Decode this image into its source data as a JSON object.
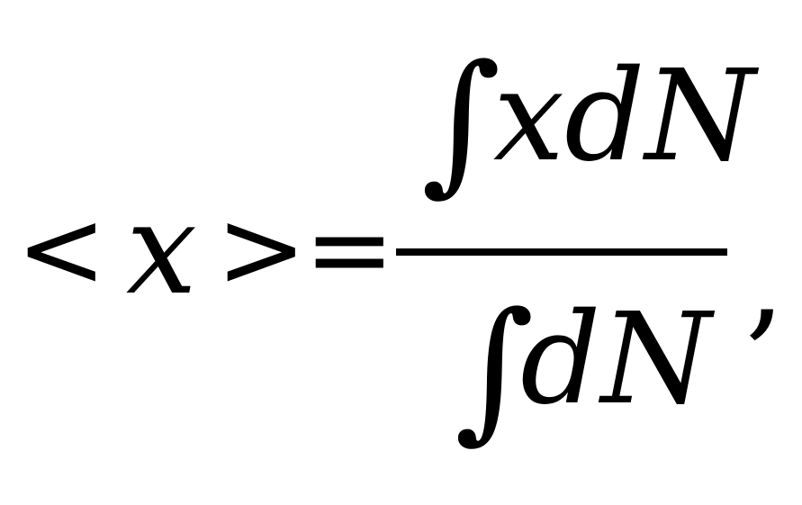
{
  "formula": {
    "lhs_open": "<",
    "lhs_variable": "x",
    "lhs_close": ">",
    "equals": "=",
    "numerator_integral": "∫",
    "numerator_expression": "xdN",
    "denominator_integral": "∫",
    "denominator_expression": "dN",
    "trailing_punctuation": ","
  }
}
